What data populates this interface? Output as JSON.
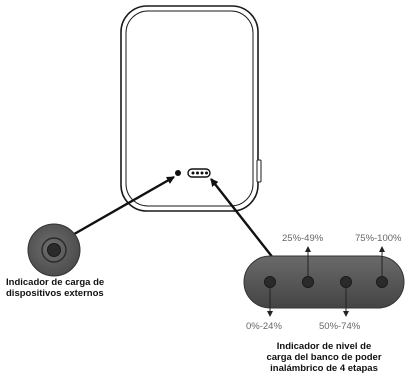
{
  "external_indicator": {
    "caption_lines": [
      "Indicador de carga de",
      "dispositivos externos"
    ]
  },
  "powerbank_indicator": {
    "caption_lines": [
      "Indicador de nivel de",
      "carga del banco de poder",
      "inalámbrico de 4 etapas"
    ],
    "levels": [
      "0%-24%",
      "25%-49%",
      "50%-74%",
      "75%-100%"
    ]
  }
}
